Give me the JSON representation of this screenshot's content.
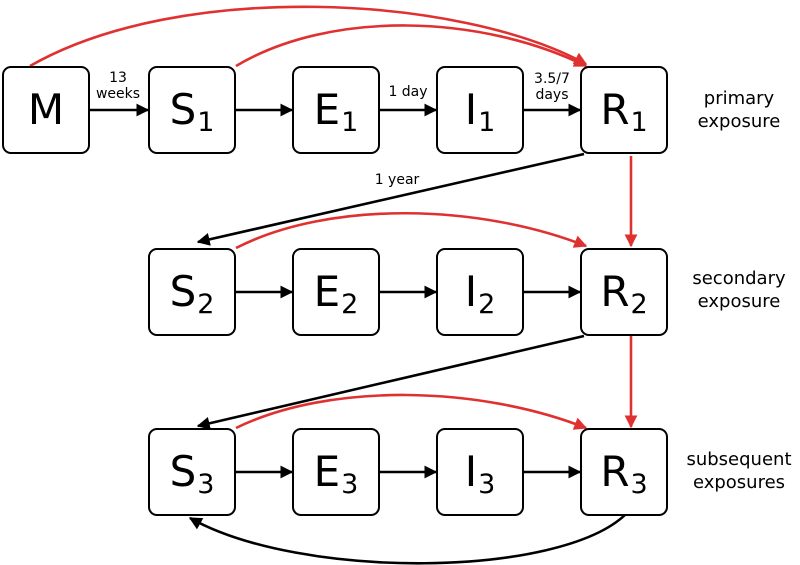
{
  "nodes": {
    "M": {
      "letter": "M"
    },
    "S1": {
      "letter": "S",
      "sub": "1"
    },
    "E1": {
      "letter": "E",
      "sub": "1"
    },
    "I1": {
      "letter": "I",
      "sub": "1"
    },
    "R1": {
      "letter": "R",
      "sub": "1"
    },
    "S2": {
      "letter": "S",
      "sub": "2"
    },
    "E2": {
      "letter": "E",
      "sub": "2"
    },
    "I2": {
      "letter": "I",
      "sub": "2"
    },
    "R2": {
      "letter": "R",
      "sub": "2"
    },
    "S3": {
      "letter": "S",
      "sub": "3"
    },
    "E3": {
      "letter": "E",
      "sub": "3"
    },
    "I3": {
      "letter": "I",
      "sub": "3"
    },
    "R3": {
      "letter": "R",
      "sub": "3"
    }
  },
  "edge_labels": {
    "m_s1": [
      "13",
      "weeks"
    ],
    "e1_i1": "1 day",
    "i1_r1": [
      "3.5/7",
      "days"
    ],
    "r1_s2": "1 year"
  },
  "row_labels": {
    "primary": [
      "primary",
      "exposure"
    ],
    "secondary": [
      "secondary",
      "exposure"
    ],
    "subsequent": [
      "subsequent",
      "exposures"
    ]
  },
  "colors": {
    "black_arrow": "#000000",
    "red_arrow": "#e03131"
  }
}
